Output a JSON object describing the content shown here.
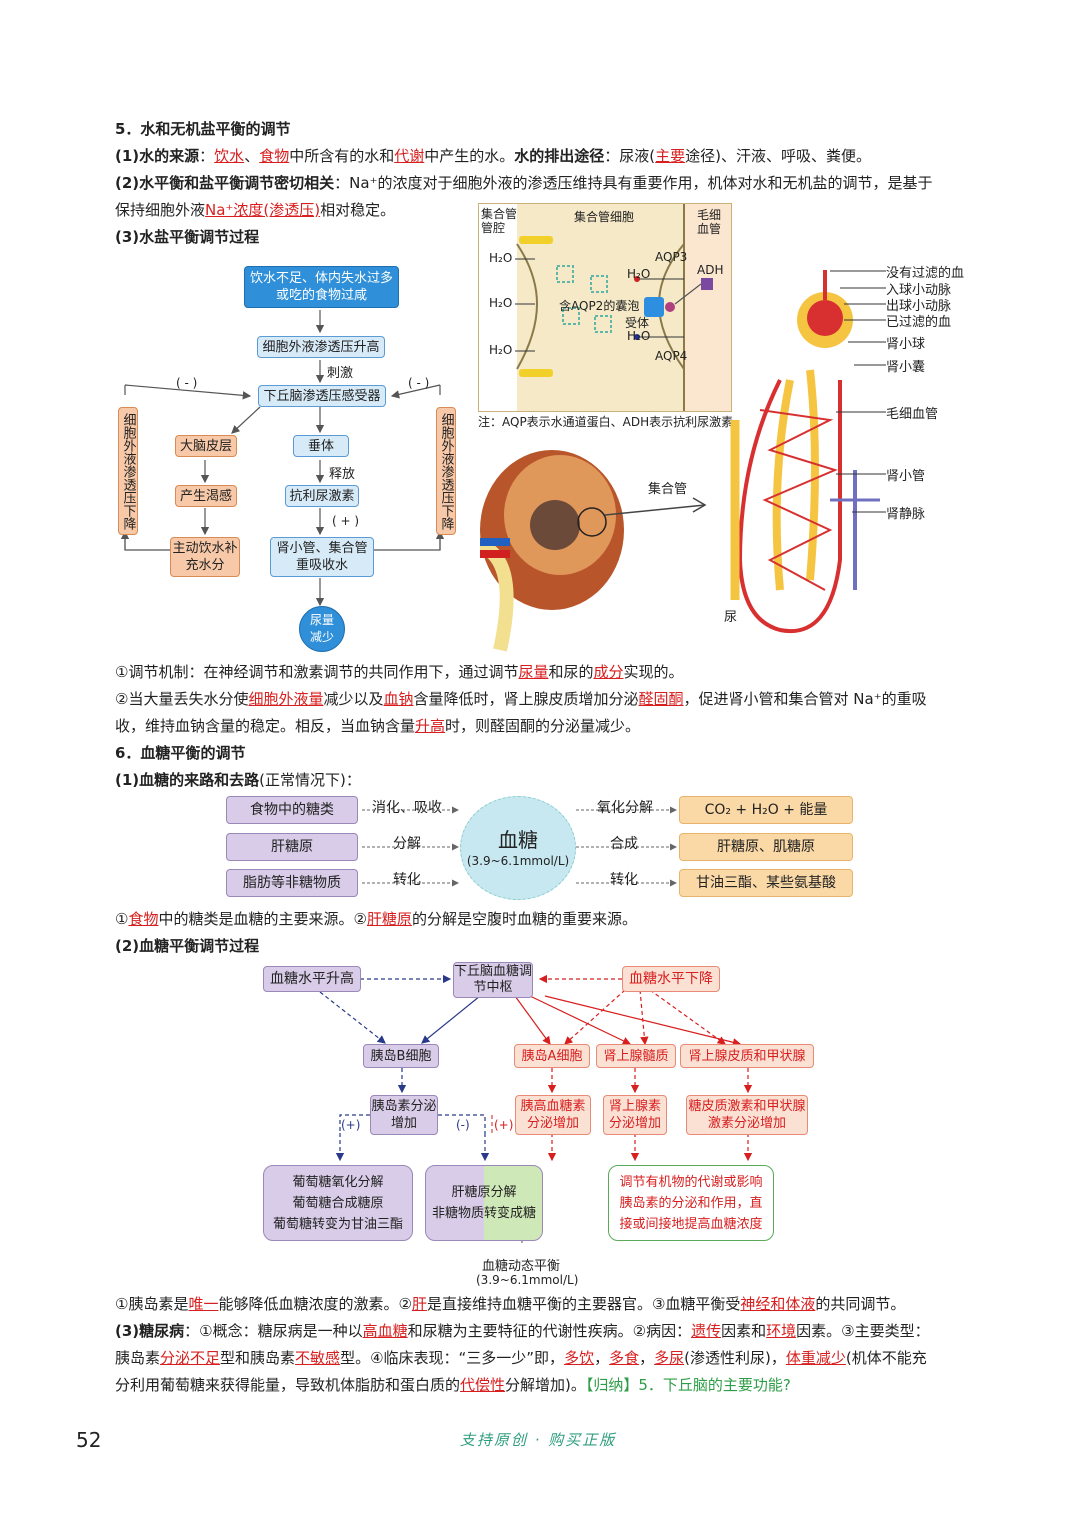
{
  "sec5": {
    "title": "5．水和无机盐平衡的调节",
    "p1_head": "(1)水的来源",
    "p1_a": "：",
    "p1_k1": "饮水",
    "p1_b": "、",
    "p1_k2": "食物",
    "p1_c": "中所含有的水和",
    "p1_k3": "代谢",
    "p1_d": "中产生的水。",
    "p1_head2": "水的排出途径",
    "p1_e": "：尿液(",
    "p1_k4": "主要",
    "p1_f": "途径)、汗液、呼吸、粪便。",
    "p2_head": "(2)水平衡和盐平衡调节密切相关",
    "p2_a": "：Na⁺的浓度对于细胞外液的渗透压维持具有重要作用，机体对水和无机盐的调节，是基于",
    "p2_b": "保持细胞外液",
    "p2_k1": "Na⁺浓度(渗透压)",
    "p2_c": "相对稳定。",
    "p3_head": "(3)水盐平衡调节过程"
  },
  "flow1": {
    "start": "饮水不足、体内失水过多或吃的食物过咸",
    "osm_up": "细胞外液渗透压升高",
    "stim": "刺激",
    "receptor": "下丘脑渗透压感受器",
    "neg": "( - )",
    "pos": "( + )",
    "cortex": "大脑皮层",
    "thirst": "产生渴感",
    "drink": "主动饮水补充水分",
    "pituitary": "垂体",
    "release": "释放",
    "adh": "抗利尿激素",
    "kidney": "肾小管、集合管重吸收水",
    "urine": "尿量减少",
    "side": "细胞外液渗透压下降"
  },
  "aqp": {
    "lumen": "集合管管腔",
    "cell": "集合管细胞",
    "capillary": "毛细血管",
    "h2o": "H₂O",
    "aqp3": "AQP3",
    "aqp4": "AQP4",
    "adh": "ADH",
    "vesicle": "含AQP2的囊泡",
    "receptor": "受体",
    "note": "注：AQP表示水通道蛋白、ADH表示抗利尿激素"
  },
  "kidney": {
    "duct": "集合管",
    "urine": "尿",
    "l1": "没有过滤的血",
    "l2": "入球小动脉",
    "l3": "出球小动脉",
    "l4": "已过滤的血",
    "l5": "肾小球",
    "l6": "肾小囊",
    "l7": "毛细血管",
    "l8": "肾小管",
    "l9": "肾静脉"
  },
  "notes1": {
    "n1_a": "①调节机制：在神经调节和激素调节的共同作用下，通过调节",
    "n1_k1": "尿量",
    "n1_b": "和尿的",
    "n1_k2": "成分",
    "n1_c": "实现的。",
    "n2_a": "②当大量丢失水分使",
    "n2_k1": "细胞外液量",
    "n2_b": "减少以及",
    "n2_k2": "血钠",
    "n2_c": "含量降低时，肾上腺皮质增加分泌",
    "n2_k3": "醛固酮",
    "n2_d": "，促进肾小管和集合管对 Na⁺的重吸",
    "n3_a": "收，维持血钠含量的稳定。相反，当血钠含量",
    "n3_k1": "升高",
    "n3_b": "时，则醛固酮的分泌量减少。"
  },
  "sec6": {
    "title": "6．血糖平衡的调节",
    "p1_head": "(1)血糖的来路和去路",
    "p1_tail": "(正常情况下)："
  },
  "glucose": {
    "center": "血糖",
    "range": "(3.9~6.1mmol/L)",
    "src1": "食物中的糖类",
    "src2": "肝糖原",
    "src3": "脂肪等非糖物质",
    "in1": "消化、吸收",
    "in2": "分解",
    "in3": "转化",
    "out1": "氧化分解",
    "out2": "合成",
    "out3": "转化",
    "dst1": "CO₂ + H₂O + 能量",
    "dst2": "肝糖原、肌糖原",
    "dst3": "甘油三酯、某些氨基酸"
  },
  "notes2": {
    "a": "①",
    "k1": "食物",
    "b": "中的糖类是血糖的主要来源。②",
    "k2": "肝糖原",
    "c": "的分解是空腹时血糖的重要来源。"
  },
  "sec6b": {
    "p2_head": "(2)血糖平衡调节过程"
  },
  "flow2": {
    "high": "血糖水平升高",
    "center": "下丘脑血糖调节中枢",
    "low": "血糖水平下降",
    "beta": "胰岛B细胞",
    "alpha": "胰岛A细胞",
    "medulla": "肾上腺髓质",
    "cortex": "肾上腺皮质和甲状腺",
    "insulin": "胰岛素分泌增加",
    "glucagon": "胰高血糖素分泌增加",
    "epi": "肾上腺素分泌增加",
    "gc": "糖皮质激素和甲状腺激素分泌增加",
    "use1": "葡萄糖氧化分解",
    "use2": "葡萄糖合成糖原",
    "use3": "葡萄糖转变为甘油三酯",
    "liver1": "肝糖原分解",
    "liver2": "非糖物质转变成糖",
    "indirect": "调节有机物的代谢或影响胰岛素的分泌和作用，直接或间接地提高血糖浓度",
    "balance": "血糖动态平衡",
    "range": "(3.9~6.1mmol/L)",
    "plus": "(+)",
    "minus": "(-)"
  },
  "notes3": {
    "a": "①胰岛素是",
    "k1": "唯一",
    "b": "能够降低血糖浓度的激素。②",
    "k2": "肝",
    "c": "是直接维持血糖平衡的主要器官。③血糖平衡受",
    "k3": "神经和体液",
    "d": "的共同调节。"
  },
  "diabetes": {
    "head": "(3)糖尿病",
    "a": "：①概念：糖尿病是一种以",
    "k1": "高血糖",
    "b": "和尿糖为主要特征的代谢性疾病。②病因：",
    "k2": "遗传",
    "c": "因素和",
    "k3": "环境",
    "d": "因素。③主要类型：",
    "e": "胰岛素",
    "k4": "分泌不足",
    "f": "型和胰岛素",
    "k5": "不敏感",
    "g": "型。④临床表现：“三多一少”即，",
    "k6": "多饮",
    "h": "，",
    "k7": "多食",
    "i": "，",
    "k8": "多尿",
    "j": "(渗透性利尿)，",
    "k9": "体重减少",
    "k": "(机体不能充",
    "l": "分利用葡萄糖来获得能量，导致机体脂肪和蛋白质的",
    "k10": "代偿性",
    "m": "分解增加)。",
    "n": "【归纳】5．下丘脑的主要功能?"
  },
  "footer": {
    "page": "52",
    "slogan": "支持原创 · 购买正版"
  }
}
